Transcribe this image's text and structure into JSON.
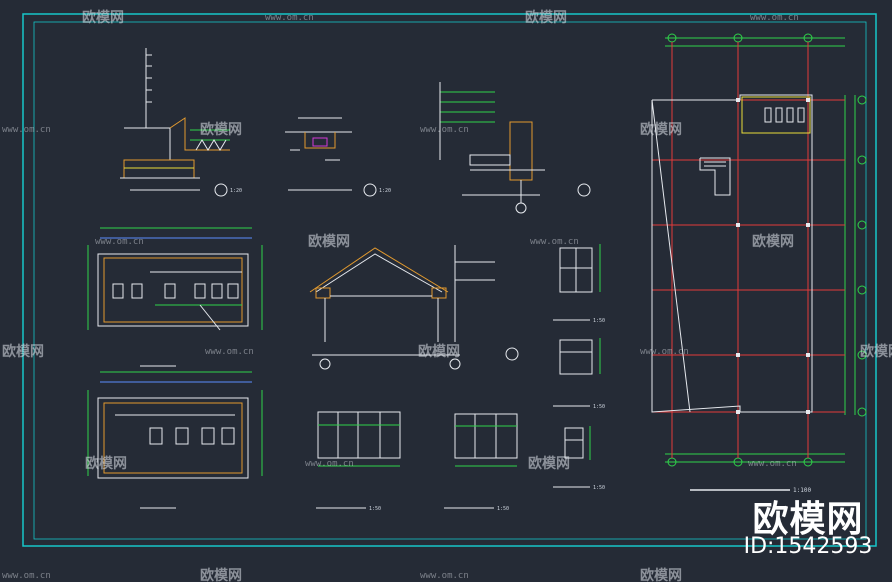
{
  "colors": {
    "background": "#252b36",
    "frame": "#16c6c8",
    "grid_red": "#e23b3b",
    "grid_green": "#2fd34a",
    "line_white": "#e6e9ee",
    "line_yellow": "#e9dd3a",
    "hatch_orange": "#e29a2f",
    "dim_blue": "#5b8cff",
    "magenta": "#d23ad6"
  },
  "watermark": {
    "brand": "欧模网",
    "url": "www.om.cn"
  },
  "scale_labels": {
    "floor_plan": "1:100",
    "detail_a": "1:20",
    "detail_b": "1:20",
    "door_a": "1:50",
    "door_b": "1:50",
    "door_c": "1:50",
    "window_a": "1:50",
    "window_b": "1:50"
  },
  "brand_block": {
    "name": "欧模网",
    "id": "ID:1542593"
  }
}
